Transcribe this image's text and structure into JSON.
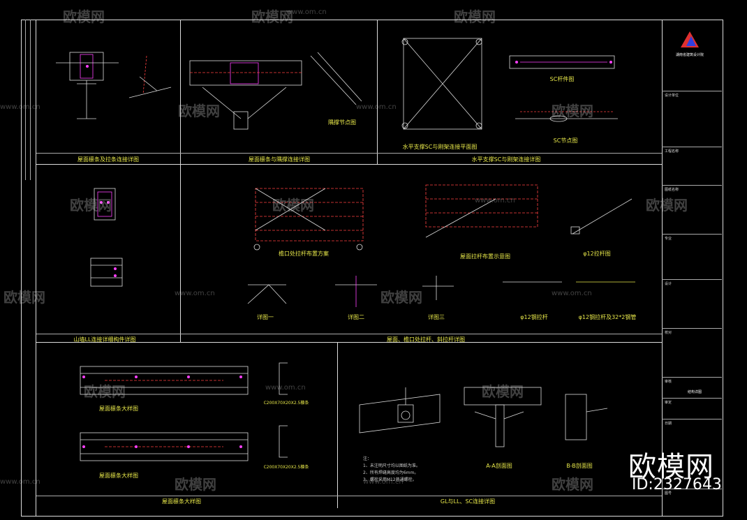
{
  "sections": {
    "s1": "屋面檩条及拉条连接详图",
    "s2": "屋面檩条与隅撑连接详图",
    "s3": "水平支撑SC与刚架连接详图",
    "s4": "山墙LL连接详细构件详图",
    "s5": "屋面、檐口处拉杆、斜拉杆详图",
    "s6": "屋面檩条大样图",
    "s7": "GL与LL、SC连接详图"
  },
  "figures": {
    "f_section": "隅撑节点图",
    "f_sc_plan": "水平支撑SC与刚架连接平面图",
    "f_rod1": "SC杆件图",
    "f_rod2": "SC节点图",
    "f_eave": "檐口处拉杆布置方案",
    "f_roof": "屋面拉杆布置示意图",
    "f_bar12": "φ12拉杆图",
    "f_d1": "详图一",
    "f_d2": "详图二",
    "f_d3": "详图三",
    "f_bar_a": "φ12钢拉杆",
    "f_bar_b": "φ12钢拉杆及32*2钢管",
    "f_aa": "A-A剖面图",
    "f_bb": "B-B剖面图",
    "f_purlin1": "屋面檩条大样图",
    "f_purlin2": "屋面檩条大样图",
    "f_c1": "C200X70X20X2.5檩条",
    "f_c2": "C200X70X20X2.5檩条"
  },
  "notes": {
    "n1": "注：",
    "n2": "1、未注明尺寸均以图纸为准。",
    "n3": "2、所有焊缝高度均为6mm。",
    "n4": "3、螺栓采用M12普通螺栓。"
  },
  "title_block": {
    "company": "湖南省建筑设计院",
    "rows": [
      "设计单位",
      "工程名称",
      "图纸名称",
      "专业",
      "设计",
      "校对",
      "审核",
      "审定",
      "日期",
      "图号"
    ],
    "drawing_name": "结构详图"
  },
  "watermark": {
    "brand": "欧模网",
    "url": "www.om.cn",
    "id": "ID:2327643"
  },
  "colors": {
    "background": "#000000",
    "frame": "#dddddd",
    "caption_yellow": "#e8e84a",
    "caption_cyan": "#6fe0e0",
    "accent_magenta": "#ff40ff",
    "accent_red": "#ff4040"
  }
}
